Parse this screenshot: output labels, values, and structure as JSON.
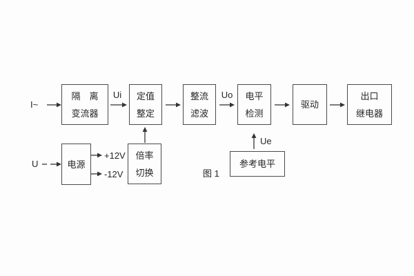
{
  "figure": {
    "caption": "图 1",
    "inputs": {
      "current": "I~",
      "voltage": "U"
    },
    "signals": {
      "ui": "Ui",
      "uo": "Uo",
      "ue": "Ue"
    },
    "power_rails": {
      "positive": "+12V",
      "negative": "-12V"
    },
    "blocks": {
      "isolation": {
        "line1": "隔　离",
        "line2": "变流器"
      },
      "setting": {
        "line1": "定值",
        "line2": "整定"
      },
      "rectifier": {
        "line1": "整流",
        "line2": "滤波"
      },
      "level": {
        "line1": "电平",
        "line2": "检测"
      },
      "drive": {
        "line1": "驱动"
      },
      "relay": {
        "line1": "出口",
        "line2": "继电器"
      },
      "power": {
        "line1": "电源"
      },
      "ratio": {
        "line1": "倍率",
        "line2": "切换"
      },
      "reference": {
        "line1": "参考电平"
      }
    },
    "colors": {
      "border": "#4a4a4a",
      "text": "#262626",
      "arrow": "#333333",
      "background": "#fdfdfd"
    }
  }
}
